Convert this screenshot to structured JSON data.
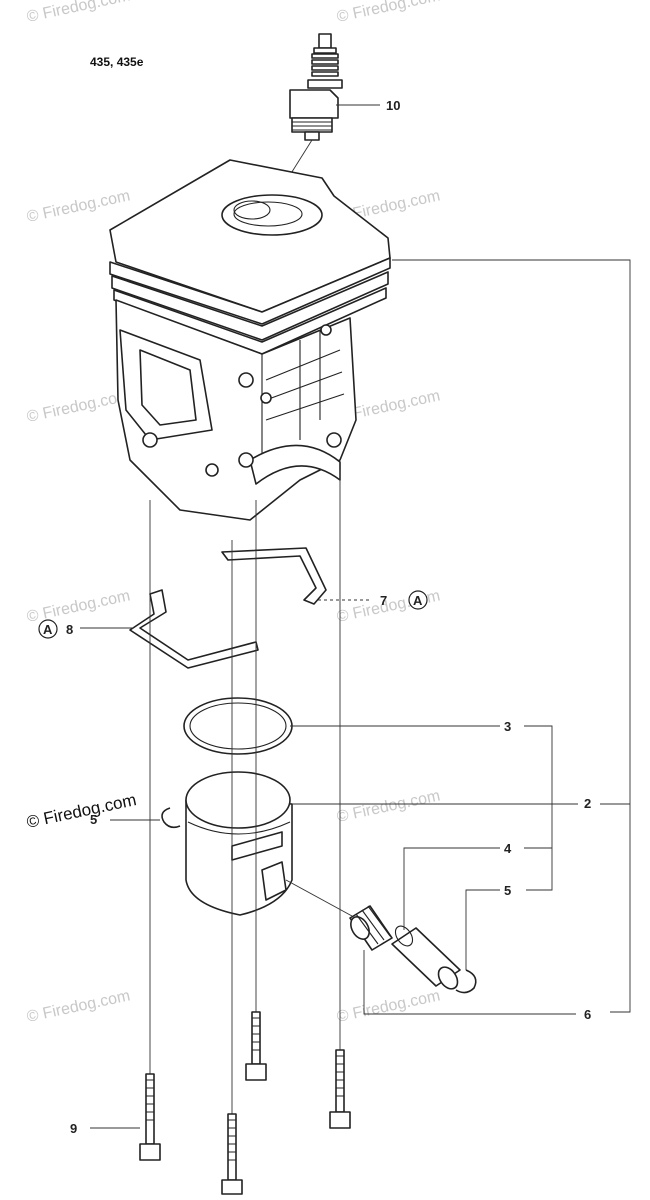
{
  "model_label": "435, 435e",
  "watermark_text": "© Firedog.com",
  "watermark_main": "© Firedog.com",
  "callouts": {
    "c2": "2",
    "c3": "3",
    "c4": "4",
    "c5_left": "5",
    "c5_right": "5",
    "c6": "6",
    "c7": "7",
    "c8": "8",
    "c9": "9",
    "c10": "10"
  },
  "reference_marker": "A",
  "colors": {
    "line": "#222222",
    "watermark": "#c8c8c8",
    "background": "#ffffff"
  }
}
